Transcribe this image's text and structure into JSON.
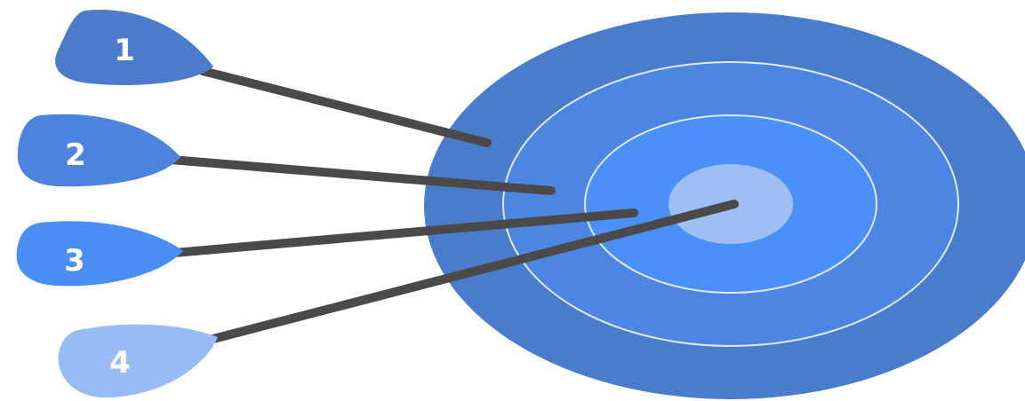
{
  "diagram": {
    "type": "target-with-arrows",
    "rings": [
      {
        "name": "outer-ring",
        "color": "#4a7ccc"
      },
      {
        "name": "second-ring",
        "color": "#4c86e2"
      },
      {
        "name": "third-ring",
        "color": "#4a90f8"
      },
      {
        "name": "bullseye",
        "color": "#9fbff4"
      }
    ],
    "ring_line_color": "#dfe9fb",
    "shaft_color": "#4a4a4a",
    "arrows": [
      {
        "label": "1",
        "color": "#4c7cc9"
      },
      {
        "label": "2",
        "color": "#4c84dd"
      },
      {
        "label": "3",
        "color": "#4a8ef5"
      },
      {
        "label": "4",
        "color": "#97bbf4"
      }
    ]
  }
}
